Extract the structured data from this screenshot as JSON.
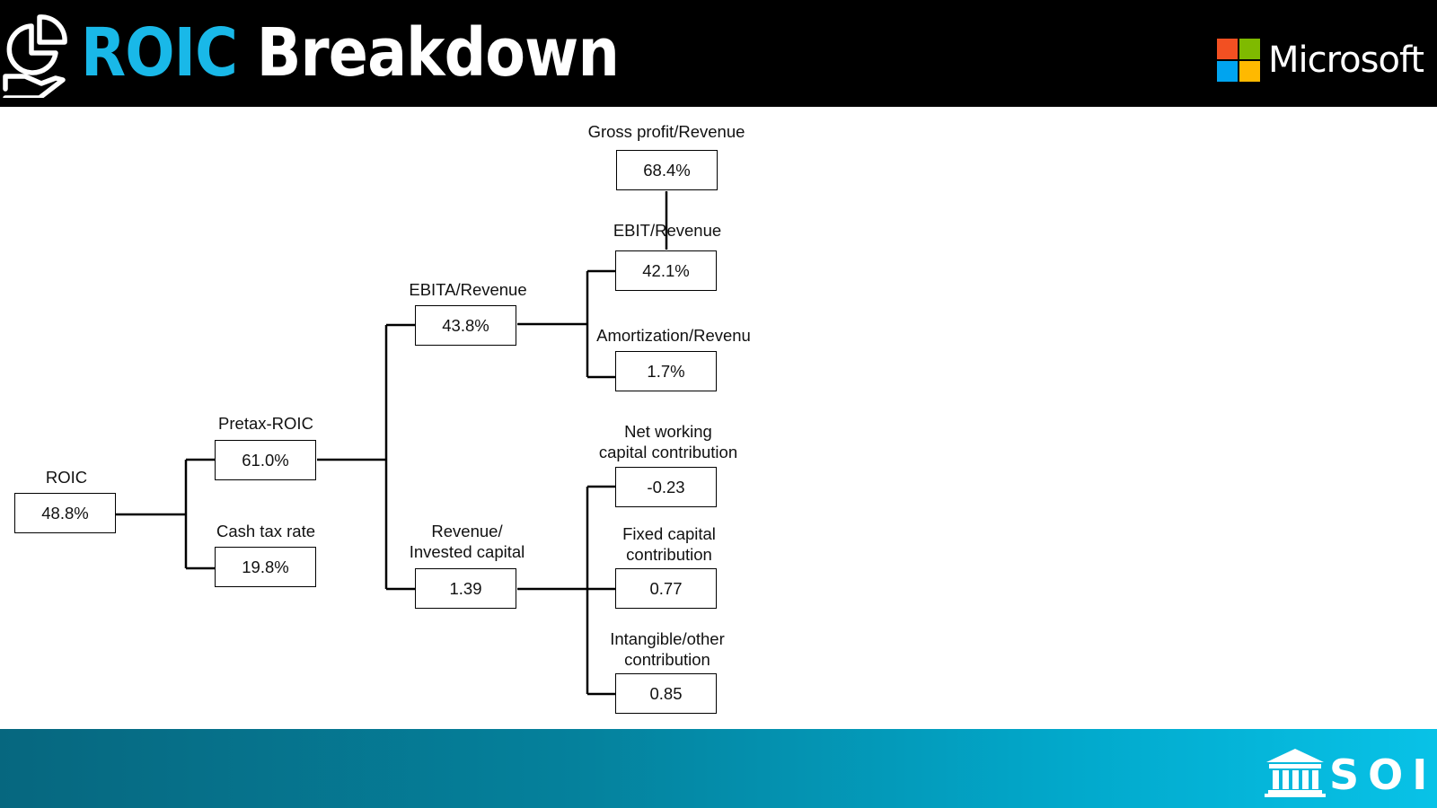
{
  "header": {
    "title_accent": "ROIC",
    "title_rest": "Breakdown",
    "company": "Microsoft",
    "colors": {
      "background": "#000000",
      "accent": "#19b8e8",
      "microsoft_red": "#f25022",
      "microsoft_green": "#7fba00",
      "microsoft_blue": "#00a4ef",
      "microsoft_yellow": "#ffb900"
    },
    "icon": "hand-holding-pie-chart-icon"
  },
  "tree": {
    "roic": {
      "label": "ROIC",
      "value": "48.8%"
    },
    "pretax_roic": {
      "label": "Pretax-ROIC",
      "value": "61.0%"
    },
    "cash_tax_rate": {
      "label": "Cash tax rate",
      "value": "19.8%"
    },
    "ebita_revenue": {
      "label": "EBITA/Revenue",
      "value": "43.8%"
    },
    "revenue_invested_capital": {
      "label": "Revenue/\nInvested capital",
      "value": "1.39"
    },
    "gross_profit_revenue": {
      "label": "Gross profit/Revenue",
      "value": "68.4%"
    },
    "ebit_revenue": {
      "label": "EBIT/Revenue",
      "value": "42.1%"
    },
    "amortization_revenue": {
      "label": "Amortization/Revenu",
      "value": "1.7%"
    },
    "net_working_capital": {
      "label": "Net working\ncapital contribution",
      "value": "-0.23"
    },
    "fixed_capital": {
      "label": "Fixed capital\ncontribution",
      "value": "0.77"
    },
    "intangible_other": {
      "label": "Intangible/other\ncontribution",
      "value": "0.85"
    }
  },
  "footer": {
    "brand": "SOIC",
    "icon": "building-columns-icon",
    "gradient_start": "#06677f",
    "gradient_end": "#08c2e7"
  }
}
